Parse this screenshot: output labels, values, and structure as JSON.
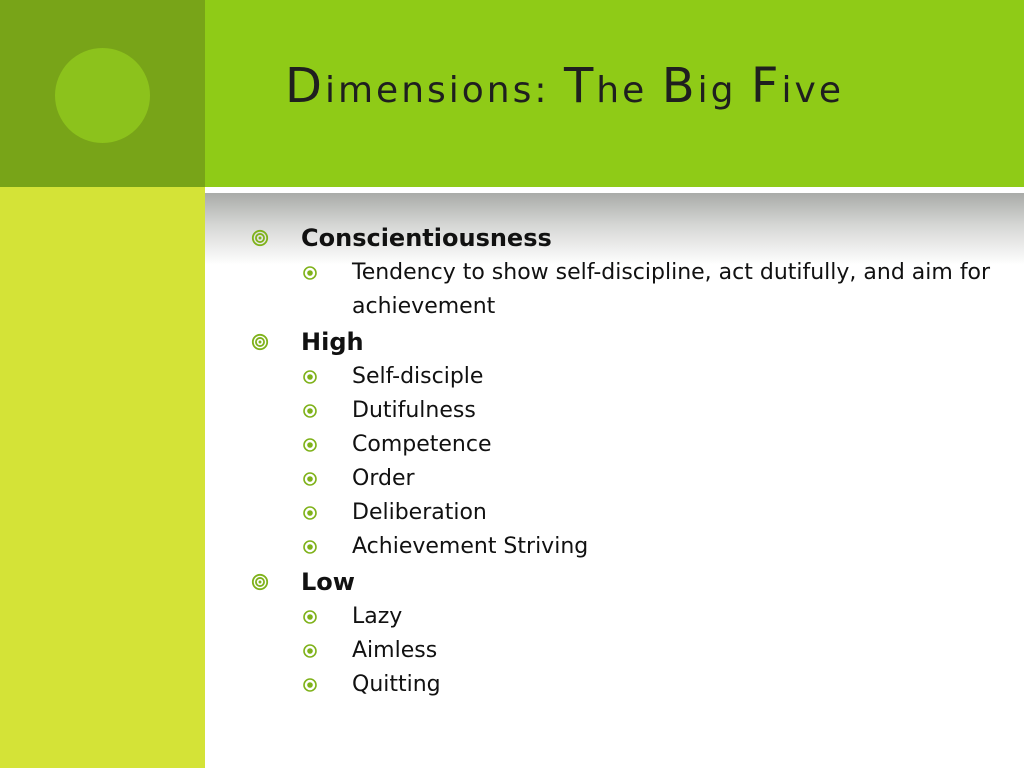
{
  "slide": {
    "title": "Dimensions: The Big Five",
    "title_parts": [
      "D",
      "imensions",
      ": ",
      "T",
      "he ",
      "B",
      "ig ",
      "F",
      "ive"
    ],
    "accent_color": "#8fcb17",
    "bullet_color": "#7fb21a"
  },
  "content": {
    "sections": [
      {
        "heading": "Conscientiousness",
        "items": [
          "Tendency to show self-discipline, act dutifully, and aim for achievement"
        ]
      },
      {
        "heading": "High",
        "items": [
          "Self-disciple",
          "Dutifulness",
          "Competence",
          "Order",
          "Deliberation",
          "Achievement Striving"
        ]
      },
      {
        "heading": "Low",
        "items": [
          "Lazy",
          "Aimless",
          "Quitting"
        ]
      }
    ]
  }
}
